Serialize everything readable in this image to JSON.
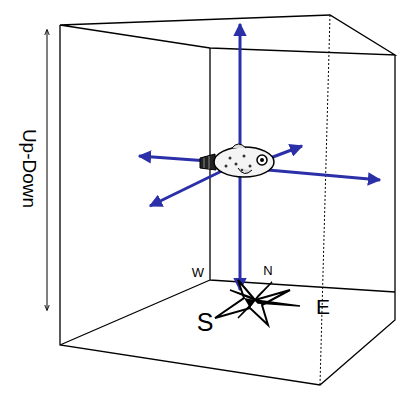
{
  "diagram": {
    "labels": [
      "Up-Down",
      "W",
      "N",
      "S",
      "E"
    ]
  }
}
